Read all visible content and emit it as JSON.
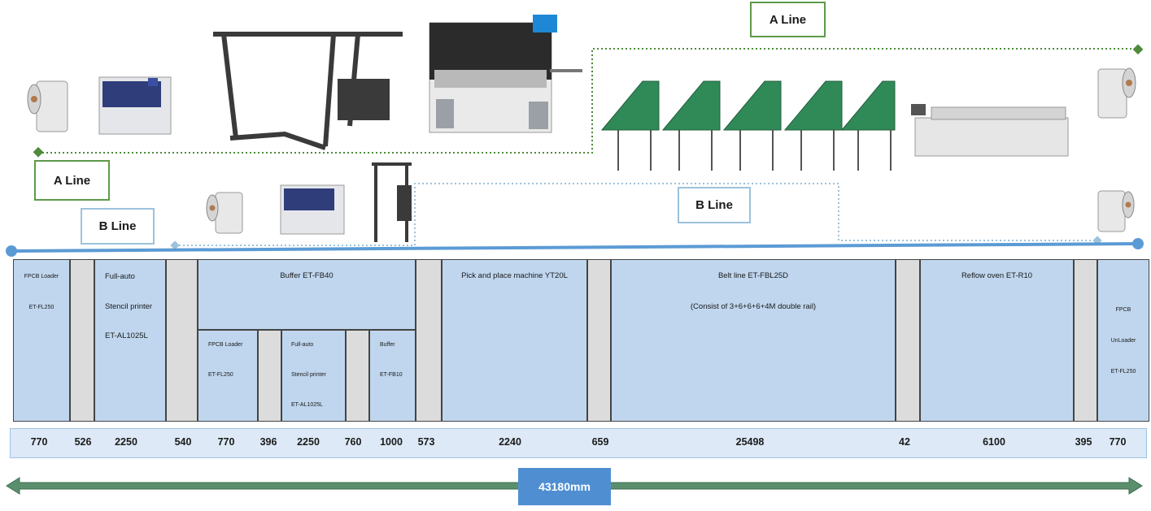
{
  "labels": {
    "a_line_top": "A Line",
    "a_line_left": "A Line",
    "b_line_left": "B Line",
    "b_line_right": "B Line"
  },
  "cells": {
    "fpcb_loader": [
      "FPCB Loader",
      "ET-FL250"
    ],
    "stencil_printer": [
      "Full-auto",
      "Stencil  printer",
      "ET-AL1025L"
    ],
    "buffer_fb40": "Buffer ET-FB40",
    "sub_fpcb_loader": [
      "FPCB Loader",
      "ET-FL250"
    ],
    "sub_stencil": [
      "Full-auto",
      "Stencil printer",
      "ET-AL1025L"
    ],
    "sub_buffer": [
      "Buffer",
      "ET-FB10"
    ],
    "pick_place": "Pick and place machine YT20L",
    "belt_line": [
      "Belt line ET-FBL25D",
      "(Consist of 3+6+6+6+4M double rail)"
    ],
    "reflow": "Reflow oven ET-R10",
    "unloader": [
      "FPCB",
      "UnLoader",
      "ET-FL250"
    ]
  },
  "dimensions": [
    "770",
    "526",
    "2250",
    "540",
    "770",
    "396",
    "2250",
    "760",
    "1000",
    "573",
    "2240",
    "659",
    "25498",
    "42",
    "6100",
    "395",
    "770"
  ],
  "total_length": "43180mm",
  "colors": {
    "a_line": "#4e8b3a",
    "b_line": "#5b9bd5",
    "cell_fill": "#bfd6ee",
    "gap_fill": "#dcdcdc",
    "total_fill": "#4f8fd1",
    "arrow_fill": "#5a8f6e"
  }
}
